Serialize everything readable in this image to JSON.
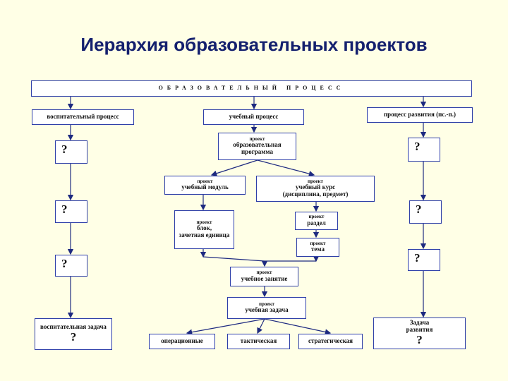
{
  "title": "Иерархия образовательных проектов",
  "header": "ОБРАЗОВАТЕЛЬНЫЙ ПРОЦЕСС",
  "columns": {
    "left_top": "воспитательный процесс",
    "center_top": "учебный процесс",
    "right_top": "процесс развития (пс.-п.)"
  },
  "project_word": "проект",
  "question_mark": "?",
  "center": {
    "program": "образовательная программа",
    "module": "учебный модуль",
    "course": "учебный курс",
    "course_note": "(дисциплина, предмет)",
    "block": "блок,",
    "credit": "зачетная единица",
    "section": "раздел",
    "topic": "тема",
    "lesson": "учебное занятие",
    "task": "учебная задача"
  },
  "bottom": {
    "left": "воспитательная задача",
    "operational": "операционные",
    "tactical": "тактическая",
    "strategic": "стратегическая",
    "right_line1": "Задача",
    "right_line2": "развития"
  }
}
